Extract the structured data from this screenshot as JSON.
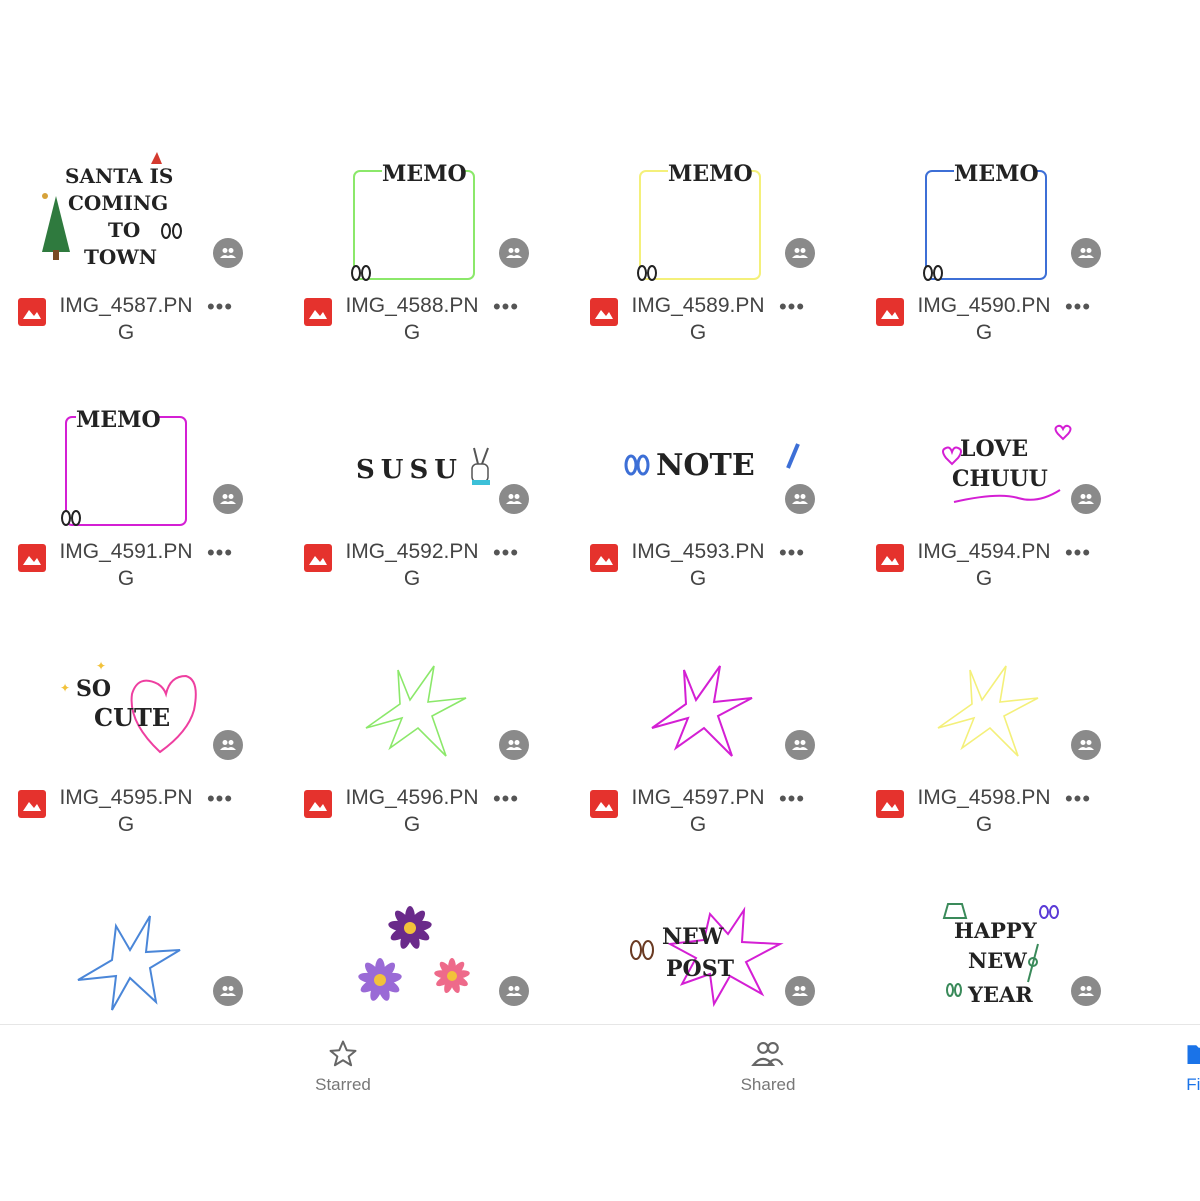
{
  "files": [
    {
      "name": "IMG_4587.PNG",
      "thumb_text": [
        "SANTA IS",
        "COMING",
        "TO",
        "TOWN"
      ]
    },
    {
      "name": "IMG_4588.PNG",
      "thumb_text": [
        "MEMO"
      ]
    },
    {
      "name": "IMG_4589.PNG",
      "thumb_text": [
        "MEMO"
      ]
    },
    {
      "name": "IMG_4590.PNG",
      "thumb_text": [
        "MEMO"
      ]
    },
    {
      "name": "IMG_4591.PNG",
      "thumb_text": [
        "MEMO"
      ]
    },
    {
      "name": "IMG_4592.PNG",
      "thumb_text": [
        "SUSU"
      ]
    },
    {
      "name": "IMG_4593.PNG",
      "thumb_text": [
        "NOTE"
      ]
    },
    {
      "name": "IMG_4594.PNG",
      "thumb_text": [
        "LOVE",
        "CHUUU"
      ]
    },
    {
      "name": "IMG_4595.PNG",
      "thumb_text": [
        "SO",
        "CUTE"
      ]
    },
    {
      "name": "IMG_4596.PNG",
      "thumb_text": []
    },
    {
      "name": "IMG_4597.PNG",
      "thumb_text": []
    },
    {
      "name": "IMG_4598.PNG",
      "thumb_text": []
    },
    {
      "name": "",
      "thumb_text": []
    },
    {
      "name": "",
      "thumb_text": []
    },
    {
      "name": "",
      "thumb_text": [
        "NEW",
        "POST"
      ]
    },
    {
      "name": "",
      "thumb_text": [
        "HAPPY",
        "NEW",
        "YEAR"
      ]
    }
  ],
  "more_label": "•••",
  "tabs": {
    "starred": "Starred",
    "shared": "Shared",
    "files": "File"
  },
  "colors": {
    "file_icon": "#e5322d",
    "shared_badge": "#8a8a8a",
    "active_tab": "#1a73e8",
    "green": "#8be86a",
    "yellow": "#f4f07a",
    "blue": "#3d6fd6",
    "magenta": "#d41fd4",
    "light_blue": "#4a86d8"
  },
  "icons": {
    "badge": "people-icon",
    "file": "image-file-icon",
    "starred": "star-icon",
    "shared": "people-outline-icon",
    "files": "folder-icon"
  }
}
